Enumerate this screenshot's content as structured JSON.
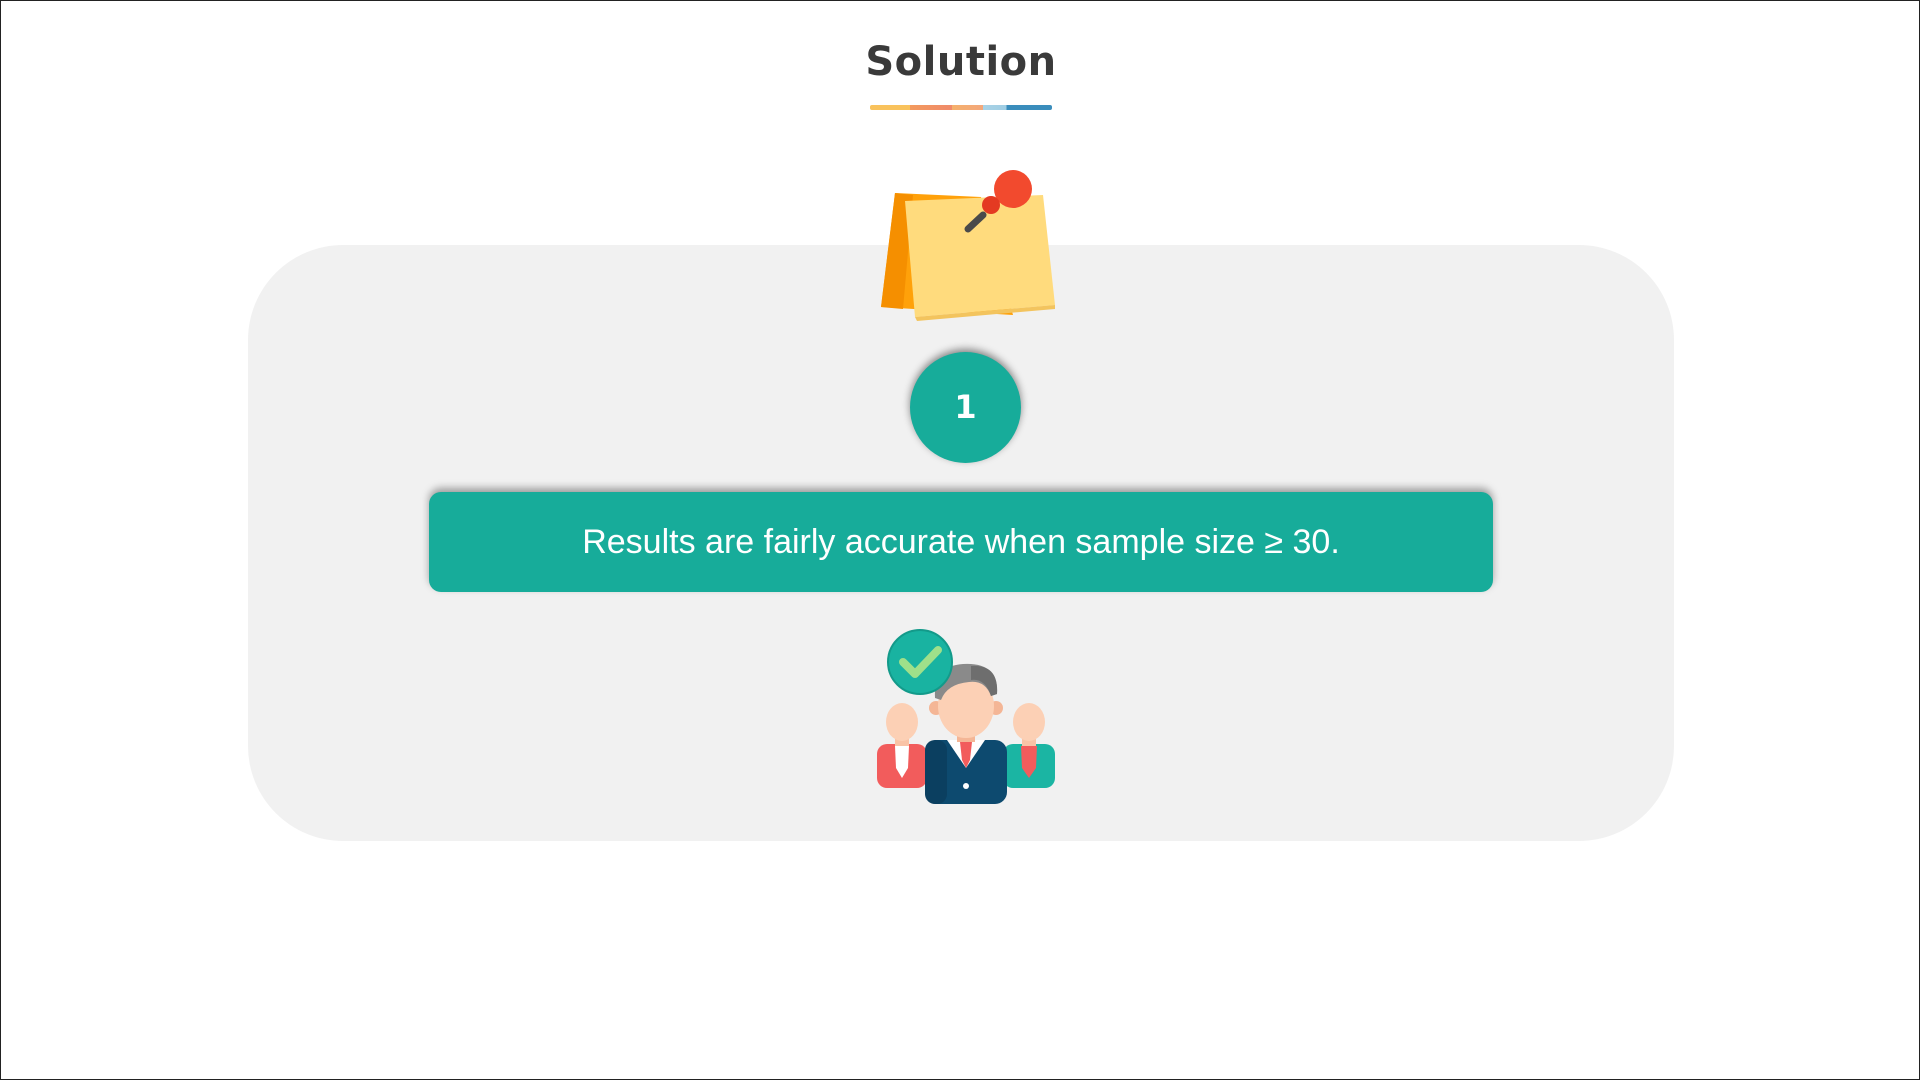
{
  "slide": {
    "title": "Solution",
    "step_number": "1",
    "statement": "Results are fairly accurate when sample size ≥ 30.",
    "icons": {
      "top": "sticky-notes-pin-icon",
      "bottom": "approved-team-icon"
    },
    "colors": {
      "accent": "#17ac9a",
      "panel": "#f1f1f1",
      "title": "#3a3a3a"
    }
  }
}
